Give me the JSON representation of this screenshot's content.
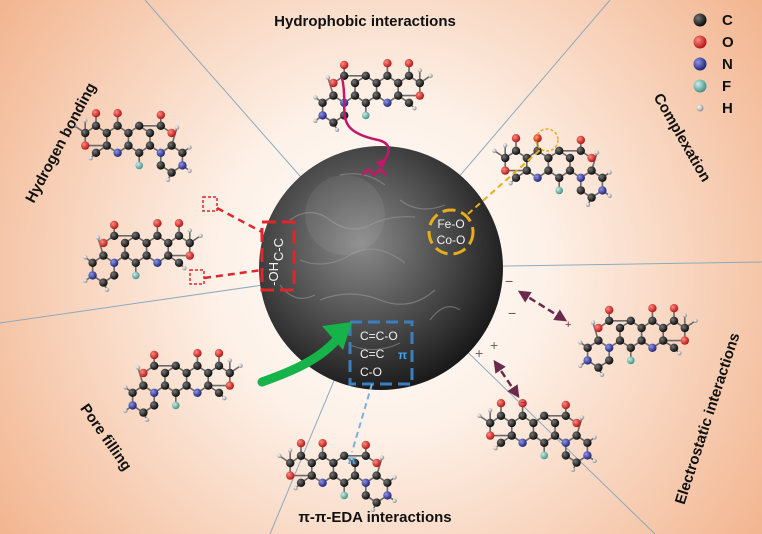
{
  "mechanisms": {
    "hydrophobic": "Hydrophobic interactions",
    "complexation": "Complexation",
    "electrostatic": "Electrostatic interactions",
    "pi_eda": "π-π-EDA interactions",
    "pore_filling": "Pore filling",
    "hydrogen_bonding": "Hydrogen bonding"
  },
  "surface_groups": {
    "hbond_cc": "C-C",
    "hbond_oh": "-OH",
    "metal_1": "Fe-O",
    "metal_2": "Co-O",
    "pi_1": "C=C-O",
    "pi_2": "C=C",
    "pi_3": "C-O",
    "pi_symbol": "π",
    "pi_molecule_symbol": "π"
  },
  "charges": {
    "minus": "−",
    "plus": "+"
  },
  "legend": [
    {
      "symbol": "C",
      "color": "#111111"
    },
    {
      "symbol": "O",
      "color": "#d42020"
    },
    {
      "symbol": "N",
      "color": "#2b2f8f"
    },
    {
      "symbol": "F",
      "color": "#5fa8a0"
    },
    {
      "symbol": "H",
      "color": "#9a9a9a"
    }
  ],
  "colors": {
    "hbond": "#e0262b",
    "complexation": "#e8ad1c",
    "pi": "#3b7fc0",
    "electrostatic": "#6b2a4c",
    "hydrophobic": "#c2186b",
    "pore_arrow": "#16b24a"
  }
}
